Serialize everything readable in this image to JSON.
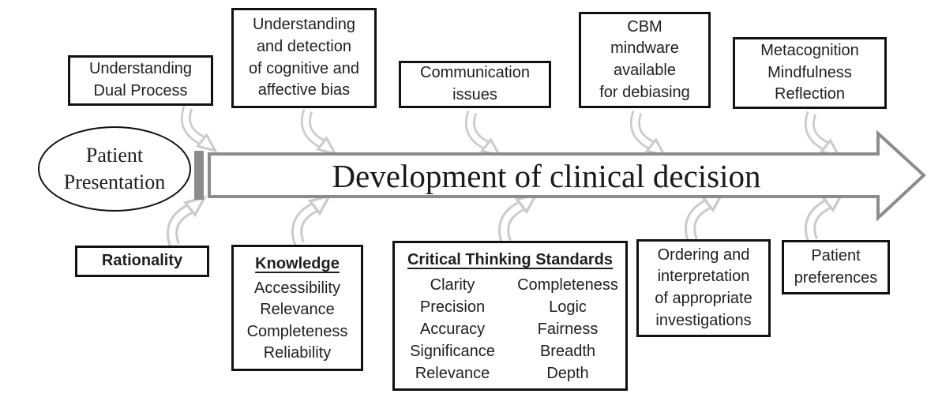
{
  "colors": {
    "arrow-gray": "#8c8c8c",
    "swoosh-gray": "#cbcbcb",
    "box-border": "#111111",
    "ink": "#1f1f1f"
  },
  "patient_presentation": {
    "label": [
      "Patient",
      "Presentation"
    ]
  },
  "main_arrow": {
    "label": "Development of clinical decision"
  },
  "top_boxes": [
    {
      "label": [
        "Understanding",
        "Dual Process"
      ]
    },
    {
      "label": [
        "Understanding",
        "and detection",
        "of cognitive and",
        "affective bias"
      ]
    },
    {
      "label": [
        "Communication",
        "issues"
      ]
    },
    {
      "label": [
        "CBM",
        "mindware",
        "available",
        "for debiasing"
      ]
    },
    {
      "label": [
        "Metacognition",
        "Mindfulness",
        "Reflection"
      ]
    }
  ],
  "bottom_boxes": {
    "rationality": {
      "label": "Rationality"
    },
    "knowledge": {
      "title": "Knowledge",
      "items": [
        "Accessibility",
        "Relevance",
        "Completeness",
        "Reliability"
      ]
    },
    "critical_thinking": {
      "title": "Critical Thinking Standards",
      "column1": [
        "Clarity",
        "Precision",
        "Accuracy",
        "Significance",
        "Relevance"
      ],
      "column2": [
        "Completeness",
        "Logic",
        "Fairness",
        "Breadth",
        "Depth"
      ]
    },
    "ordering": {
      "label": [
        "Ordering and",
        "interpretation",
        "of appropriate",
        "investigations"
      ]
    },
    "patient_preferences": {
      "label": [
        "Patient",
        "preferences"
      ]
    }
  }
}
